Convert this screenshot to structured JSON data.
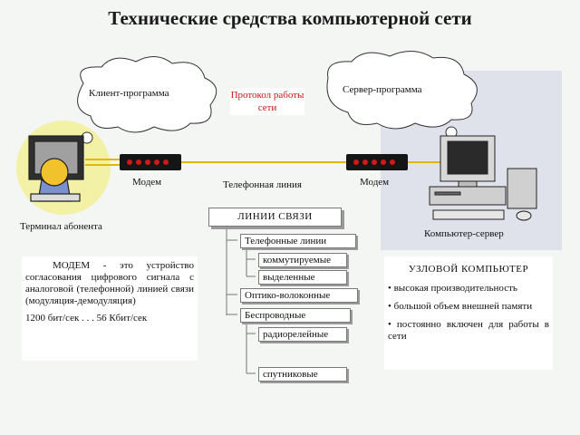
{
  "title": "Технические средства компьютерной сети",
  "clouds": {
    "client": "Клиент-программа",
    "server": "Сервер-программа"
  },
  "protocol": "Протокол работы сети",
  "modem_left": "Модем",
  "modem_right": "Модем",
  "phone_line": "Телефонная линия",
  "terminal": "Терминал абонента",
  "server_pc": "Компьютер-сервер",
  "lines_title": "ЛИНИИ СВЯЗИ",
  "tree": {
    "phone": "Телефонные линии",
    "switched": "коммутируемые",
    "dedicated": "выделенные",
    "fiber": "Оптико-волоконные",
    "wireless": "Беспроводные",
    "radio": "радиорелейные",
    "satellite": "спутниковые"
  },
  "modem_desc": {
    "text": "МОДЕМ - это устройство согласования цифрового сигнала с аналоговой (телефонной) линией связи (модуляция-демодуляция)",
    "speed": "1200 бит/сек . . . 56 Кбит/сек"
  },
  "host": {
    "title": "УЗЛОВОЙ КОМПЬЮТЕР",
    "bullets": [
      "высокая производительность",
      "большой объем внешней памяти",
      "постоянно включен для работы в сети"
    ]
  },
  "colors": {
    "protocol": "#c81414",
    "led": "#d21818",
    "device": "#151515"
  }
}
